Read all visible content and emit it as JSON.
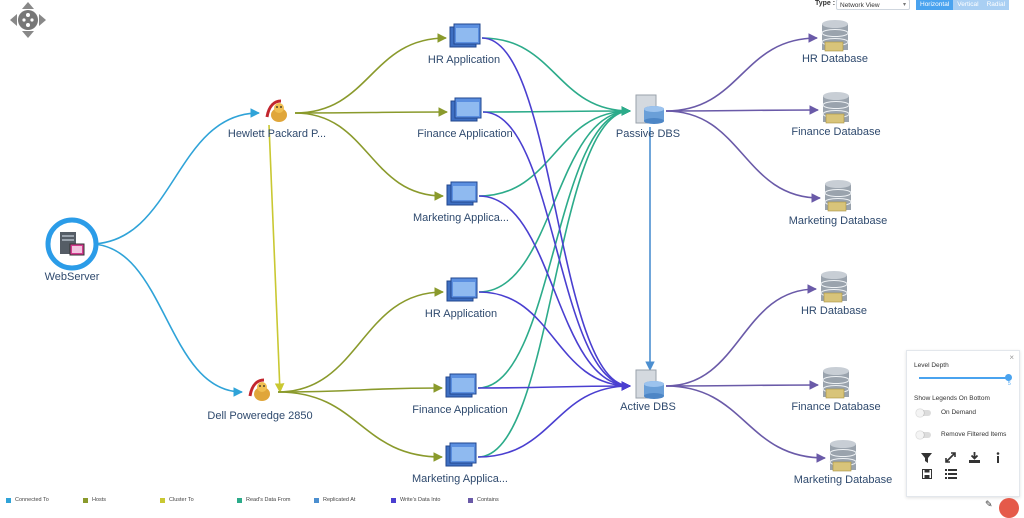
{
  "toolbar": {
    "type_label": "Type :",
    "type_value": "Network View",
    "orientations": [
      "Horizontal",
      "Vertical",
      "Radial"
    ]
  },
  "nodes": [
    {
      "id": "web",
      "label": "WebServer",
      "icon": "server-icon"
    },
    {
      "id": "hp",
      "label": "Hewlett Packard P...",
      "icon": "tomcat-icon"
    },
    {
      "id": "dell",
      "label": "Dell Poweredge 2850",
      "icon": "tomcat-icon"
    },
    {
      "id": "hr1",
      "label": "HR Application",
      "icon": "application-icon"
    },
    {
      "id": "fin1",
      "label": "Finance Application",
      "icon": "application-icon"
    },
    {
      "id": "mkt1",
      "label": "Marketing Applica...",
      "icon": "application-icon"
    },
    {
      "id": "hr2",
      "label": "HR Application",
      "icon": "application-icon"
    },
    {
      "id": "fin2",
      "label": "Finance Application",
      "icon": "application-icon"
    },
    {
      "id": "mkt2",
      "label": "Marketing Applica...",
      "icon": "application-icon"
    },
    {
      "id": "pdbs",
      "label": "Passive DBS",
      "icon": "db-server-icon"
    },
    {
      "id": "adbs",
      "label": "Active DBS",
      "icon": "db-server-icon"
    },
    {
      "id": "hrdb1",
      "label": "HR Database",
      "icon": "database-icon"
    },
    {
      "id": "findb1",
      "label": "Finance Database",
      "icon": "database-icon"
    },
    {
      "id": "mktdb1",
      "label": "Marketing Database",
      "icon": "database-icon"
    },
    {
      "id": "hrdb2",
      "label": "HR Database",
      "icon": "database-icon"
    },
    {
      "id": "findb2",
      "label": "Finance Database",
      "icon": "database-icon"
    },
    {
      "id": "mktdb2",
      "label": "Marketing Database",
      "icon": "database-icon"
    }
  ],
  "edges": [
    {
      "from": "web",
      "to": "hp",
      "type": "connected"
    },
    {
      "from": "web",
      "to": "dell",
      "type": "connected"
    },
    {
      "from": "hp",
      "to": "dell",
      "type": "cluster"
    },
    {
      "from": "hp",
      "to": "hr1",
      "type": "hosts"
    },
    {
      "from": "hp",
      "to": "fin1",
      "type": "hosts"
    },
    {
      "from": "hp",
      "to": "mkt1",
      "type": "hosts"
    },
    {
      "from": "dell",
      "to": "hr2",
      "type": "hosts"
    },
    {
      "from": "dell",
      "to": "fin2",
      "type": "hosts"
    },
    {
      "from": "dell",
      "to": "mkt2",
      "type": "hosts"
    },
    {
      "from": "hr1",
      "to": "pdbs",
      "type": "reads"
    },
    {
      "from": "fin1",
      "to": "pdbs",
      "type": "reads"
    },
    {
      "from": "mkt1",
      "to": "pdbs",
      "type": "reads"
    },
    {
      "from": "hr2",
      "to": "pdbs",
      "type": "reads"
    },
    {
      "from": "fin2",
      "to": "pdbs",
      "type": "reads"
    },
    {
      "from": "mkt2",
      "to": "pdbs",
      "type": "reads"
    },
    {
      "from": "hr1",
      "to": "adbs",
      "type": "writes"
    },
    {
      "from": "fin1",
      "to": "adbs",
      "type": "writes"
    },
    {
      "from": "mkt1",
      "to": "adbs",
      "type": "writes"
    },
    {
      "from": "hr2",
      "to": "adbs",
      "type": "writes"
    },
    {
      "from": "fin2",
      "to": "adbs",
      "type": "writes"
    },
    {
      "from": "mkt2",
      "to": "adbs",
      "type": "writes"
    },
    {
      "from": "pdbs",
      "to": "adbs",
      "type": "replicated"
    },
    {
      "from": "pdbs",
      "to": "hrdb1",
      "type": "contains"
    },
    {
      "from": "pdbs",
      "to": "findb1",
      "type": "contains"
    },
    {
      "from": "pdbs",
      "to": "mktdb1",
      "type": "contains"
    },
    {
      "from": "adbs",
      "to": "hrdb2",
      "type": "contains"
    },
    {
      "from": "adbs",
      "to": "findb2",
      "type": "contains"
    },
    {
      "from": "adbs",
      "to": "mktdb2",
      "type": "contains"
    }
  ],
  "edge_colors": {
    "connected": "#2fa3d8",
    "hosts": "#8a9a2c",
    "cluster": "#c9c832",
    "reads": "#2cab8a",
    "replicated": "#4c8fd0",
    "writes": "#4a3fd0",
    "contains": "#6a5aa8"
  },
  "legend": [
    {
      "label": "Connected To",
      "color": "#2fa3d8"
    },
    {
      "label": "Hosts",
      "color": "#8a9a2c"
    },
    {
      "label": "Cluster To",
      "color": "#c9c832"
    },
    {
      "label": "Read's Data From",
      "color": "#2cab8a"
    },
    {
      "label": "Replicated At",
      "color": "#4c8fd0"
    },
    {
      "label": "Write's Data Into",
      "color": "#4a3fd0"
    },
    {
      "label": "Contains",
      "color": "#6a5aa8"
    }
  ],
  "panel": {
    "level_depth_label": "Level Depth",
    "level_depth_value": "5",
    "legends_label": "Show Legends On Bottom",
    "on_demand_label": "On Demand",
    "remove_filtered_label": "Remove Filtered Items",
    "close_glyph": "×"
  }
}
